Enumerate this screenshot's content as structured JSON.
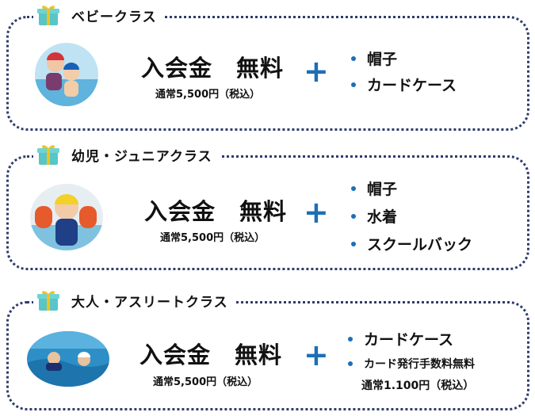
{
  "colors": {
    "accent_blue": "#1d6fb5",
    "border_navy": "#2d3d6b",
    "gift_teal": "#58c6c8",
    "gift_ribbon": "#f2c21b"
  },
  "icons": {
    "tag_icon": "gift-box-icon"
  },
  "classes": [
    {
      "name": "ベビークラス",
      "fee_label": "入会金",
      "fee_value": "無料",
      "regular_price": "通常5,500円（税込）",
      "plus": "+",
      "items": [
        "帽子",
        "カードケース"
      ]
    },
    {
      "name": "幼児・ジュニアクラス",
      "fee_label": "入会金",
      "fee_value": "無料",
      "regular_price": "通常5,500円（税込）",
      "plus": "+",
      "items": [
        "帽子",
        "水着",
        "スクールバック"
      ]
    },
    {
      "name": "大人・アスリートクラス",
      "fee_label": "入会金",
      "fee_value": "無料",
      "regular_price": "通常5,500円（税込）",
      "plus": "+",
      "items": [
        "カードケース",
        "カード発行手数料無料"
      ],
      "item_note": "通常1.100円（税込）"
    }
  ]
}
